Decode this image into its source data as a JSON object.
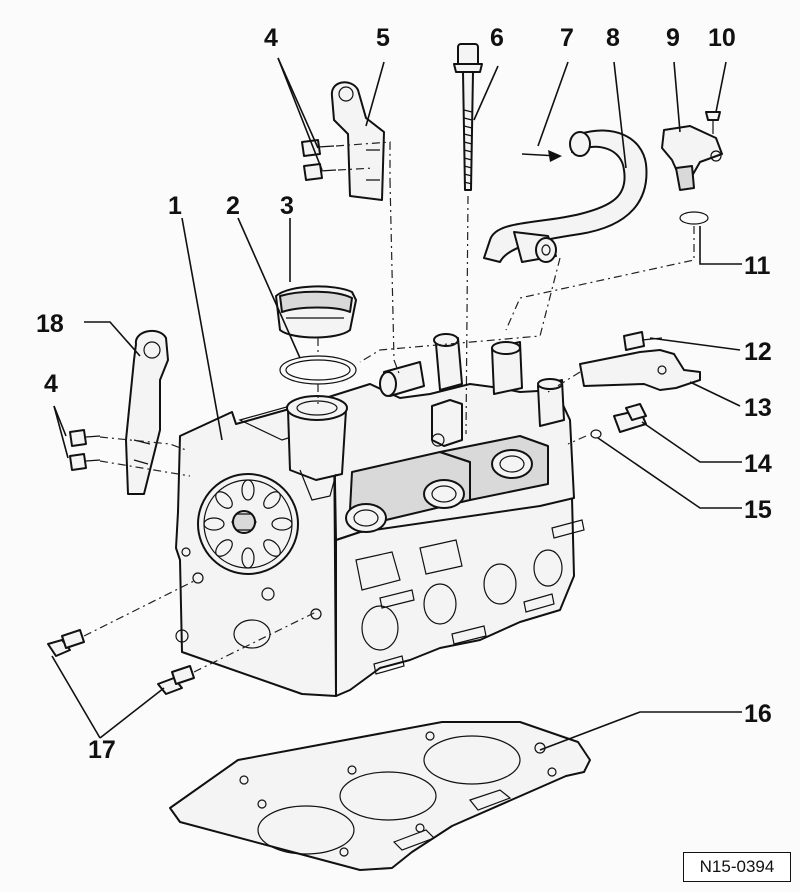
{
  "diagram": {
    "callouts": [
      "1",
      "2",
      "3",
      "4",
      "5",
      "6",
      "7",
      "8",
      "9",
      "10",
      "11",
      "12",
      "13",
      "14",
      "15",
      "16",
      "17",
      "18"
    ],
    "second_4": "4",
    "figure_code": "N15-0394"
  }
}
